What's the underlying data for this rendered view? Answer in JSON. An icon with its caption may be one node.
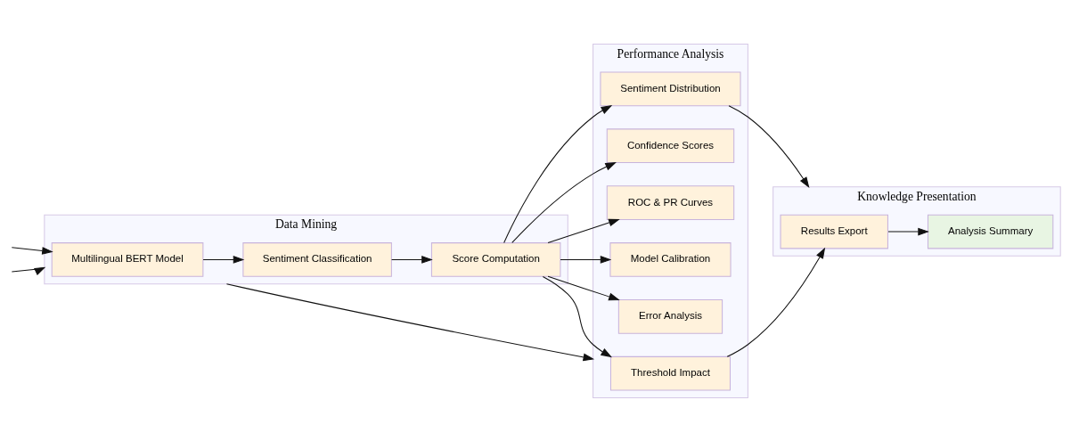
{
  "diagram": {
    "nodes": [
      {
        "text": [
          "Data Mining"
        ]
      },
      {
        "text": [
          "Multilingual BERT Model"
        ],
        "in": 0
      },
      {
        "text": [
          "Sentiment Classification"
        ],
        "in": 0
      },
      {
        "text": [
          "Score Computation"
        ],
        "in": 0
      },
      {
        "text": [
          "Performance Analysis"
        ]
      },
      {
        "text": [
          "Threshold Impact"
        ],
        "in": 4
      },
      {
        "text": [
          "Confidence Scores"
        ],
        "in": 4
      },
      {
        "text": [
          "ROC & PR Curves"
        ],
        "in": 4
      },
      {
        "text": [
          "Model Calibration"
        ],
        "in": 4
      },
      {
        "text": [
          "Error Analysis"
        ],
        "in": 4
      },
      {
        "text": [
          "Sentiment Distribution"
        ],
        "in": 4
      },
      {
        "text": [
          "Knowledge Presentation"
        ]
      },
      {
        "text": [
          "Results Export"
        ],
        "in": 11
      },
      {
        "text": [
          "Analysis Summary"
        ],
        "in": 11
      }
    ],
    "edges": [
      {
        "from": null,
        "to": 1,
        "arrow": "to"
      },
      {
        "from": null,
        "to": 0,
        "arrow": "to"
      },
      {
        "from": 1,
        "to": 2,
        "arrow": "to"
      },
      {
        "from": 2,
        "to": 3,
        "arrow": "to"
      },
      {
        "from": 3,
        "to": 5,
        "arrow": "to"
      },
      {
        "from": 3,
        "to": 6,
        "arrow": "to"
      },
      {
        "from": 3,
        "to": 7,
        "arrow": "to"
      },
      {
        "from": 3,
        "to": 8,
        "arrow": "to"
      },
      {
        "from": 3,
        "to": 9,
        "arrow": "to"
      },
      {
        "from": 3,
        "to": 10,
        "arrow": "to"
      },
      {
        "from": 5,
        "to": 12,
        "arrow": "to"
      },
      {
        "from": 12,
        "to": 13,
        "arrow": "to"
      },
      {
        "from": 0,
        "to": 4,
        "arrow": "to"
      },
      {
        "from": 10,
        "to": 11,
        "arrow": "to"
      }
    ]
  }
}
